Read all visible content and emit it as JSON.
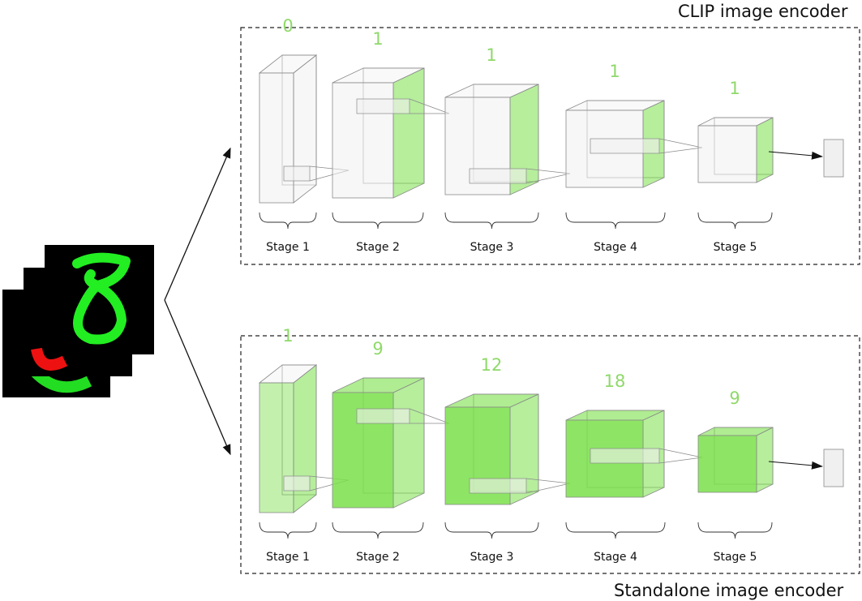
{
  "colors": {
    "active": "#7ae04a",
    "count_text": "#8fd96a",
    "box_edge": "#8a8a8a",
    "box_face": "#f0f0f0",
    "frame": "#222222"
  },
  "input": {
    "description_icon": "mnist-digit-stack-icon"
  },
  "encoders": [
    {
      "title": "CLIP image encoder",
      "stages": [
        {
          "label": "Stage 1",
          "count": "0"
        },
        {
          "label": "Stage 2",
          "count": "1"
        },
        {
          "label": "Stage 3",
          "count": "1"
        },
        {
          "label": "Stage 4",
          "count": "1"
        },
        {
          "label": "Stage 5",
          "count": "1"
        }
      ]
    },
    {
      "title": "Standalone image encoder",
      "stages": [
        {
          "label": "Stage 1",
          "count": "1"
        },
        {
          "label": "Stage 2",
          "count": "9"
        },
        {
          "label": "Stage 3",
          "count": "12"
        },
        {
          "label": "Stage 4",
          "count": "18"
        },
        {
          "label": "Stage 5",
          "count": "9"
        }
      ]
    }
  ]
}
